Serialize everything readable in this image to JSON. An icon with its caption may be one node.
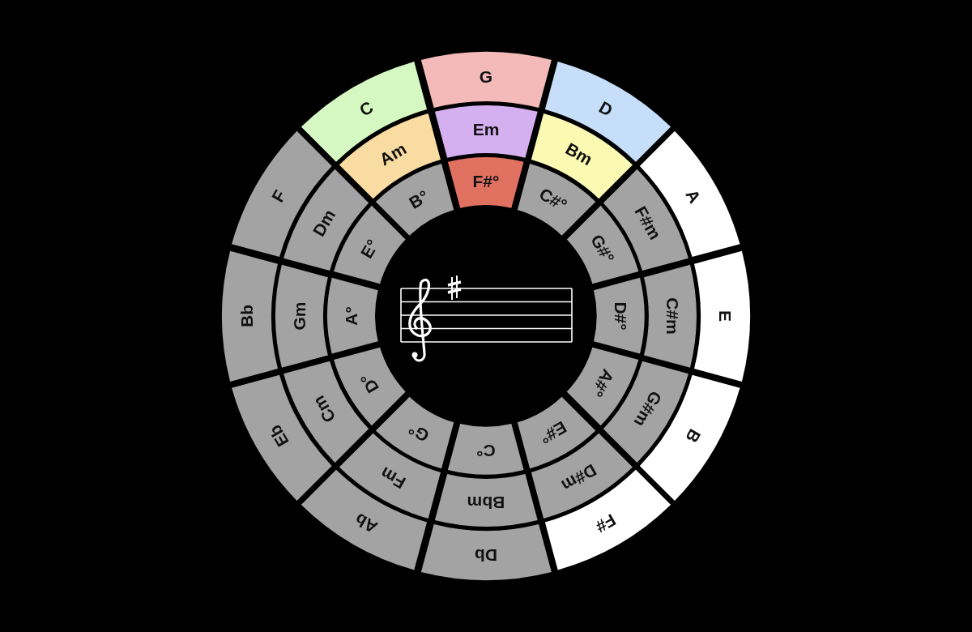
{
  "diagram": {
    "nodes": [
      {
        "text": [
          "G"
        ]
      },
      {
        "text": [
          "D"
        ]
      },
      {
        "text": [
          "A"
        ]
      },
      {
        "text": [
          "E"
        ]
      },
      {
        "text": [
          "B"
        ]
      },
      {
        "text": [
          "F#"
        ]
      },
      {
        "text": [
          "Db"
        ]
      },
      {
        "text": [
          "Ab"
        ]
      },
      {
        "text": [
          "Eb"
        ]
      },
      {
        "text": [
          "Bb"
        ]
      },
      {
        "text": [
          "F"
        ]
      },
      {
        "text": [
          "C"
        ]
      },
      {
        "text": [
          "Em"
        ]
      },
      {
        "text": [
          "Bm"
        ]
      },
      {
        "text": [
          "F#m"
        ]
      },
      {
        "text": [
          "C#m"
        ]
      },
      {
        "text": [
          "G#m"
        ]
      },
      {
        "text": [
          "D#m"
        ]
      },
      {
        "text": [
          "Bbm"
        ]
      },
      {
        "text": [
          "Fm"
        ]
      },
      {
        "text": [
          "Cm"
        ]
      },
      {
        "text": [
          "Gm"
        ]
      },
      {
        "text": [
          "Dm"
        ]
      },
      {
        "text": [
          "Am"
        ]
      },
      {
        "text": [
          "F#°"
        ]
      },
      {
        "text": [
          "C#°"
        ]
      },
      {
        "text": [
          "G#°"
        ]
      },
      {
        "text": [
          "D#°"
        ]
      },
      {
        "text": [
          "A#°"
        ]
      },
      {
        "text": [
          "E#°"
        ]
      },
      {
        "text": [
          "C°"
        ]
      },
      {
        "text": [
          "G°"
        ]
      },
      {
        "text": [
          "D°"
        ]
      },
      {
        "text": [
          "A°"
        ]
      },
      {
        "text": [
          "E°"
        ]
      },
      {
        "text": [
          "B°"
        ]
      }
    ]
  }
}
